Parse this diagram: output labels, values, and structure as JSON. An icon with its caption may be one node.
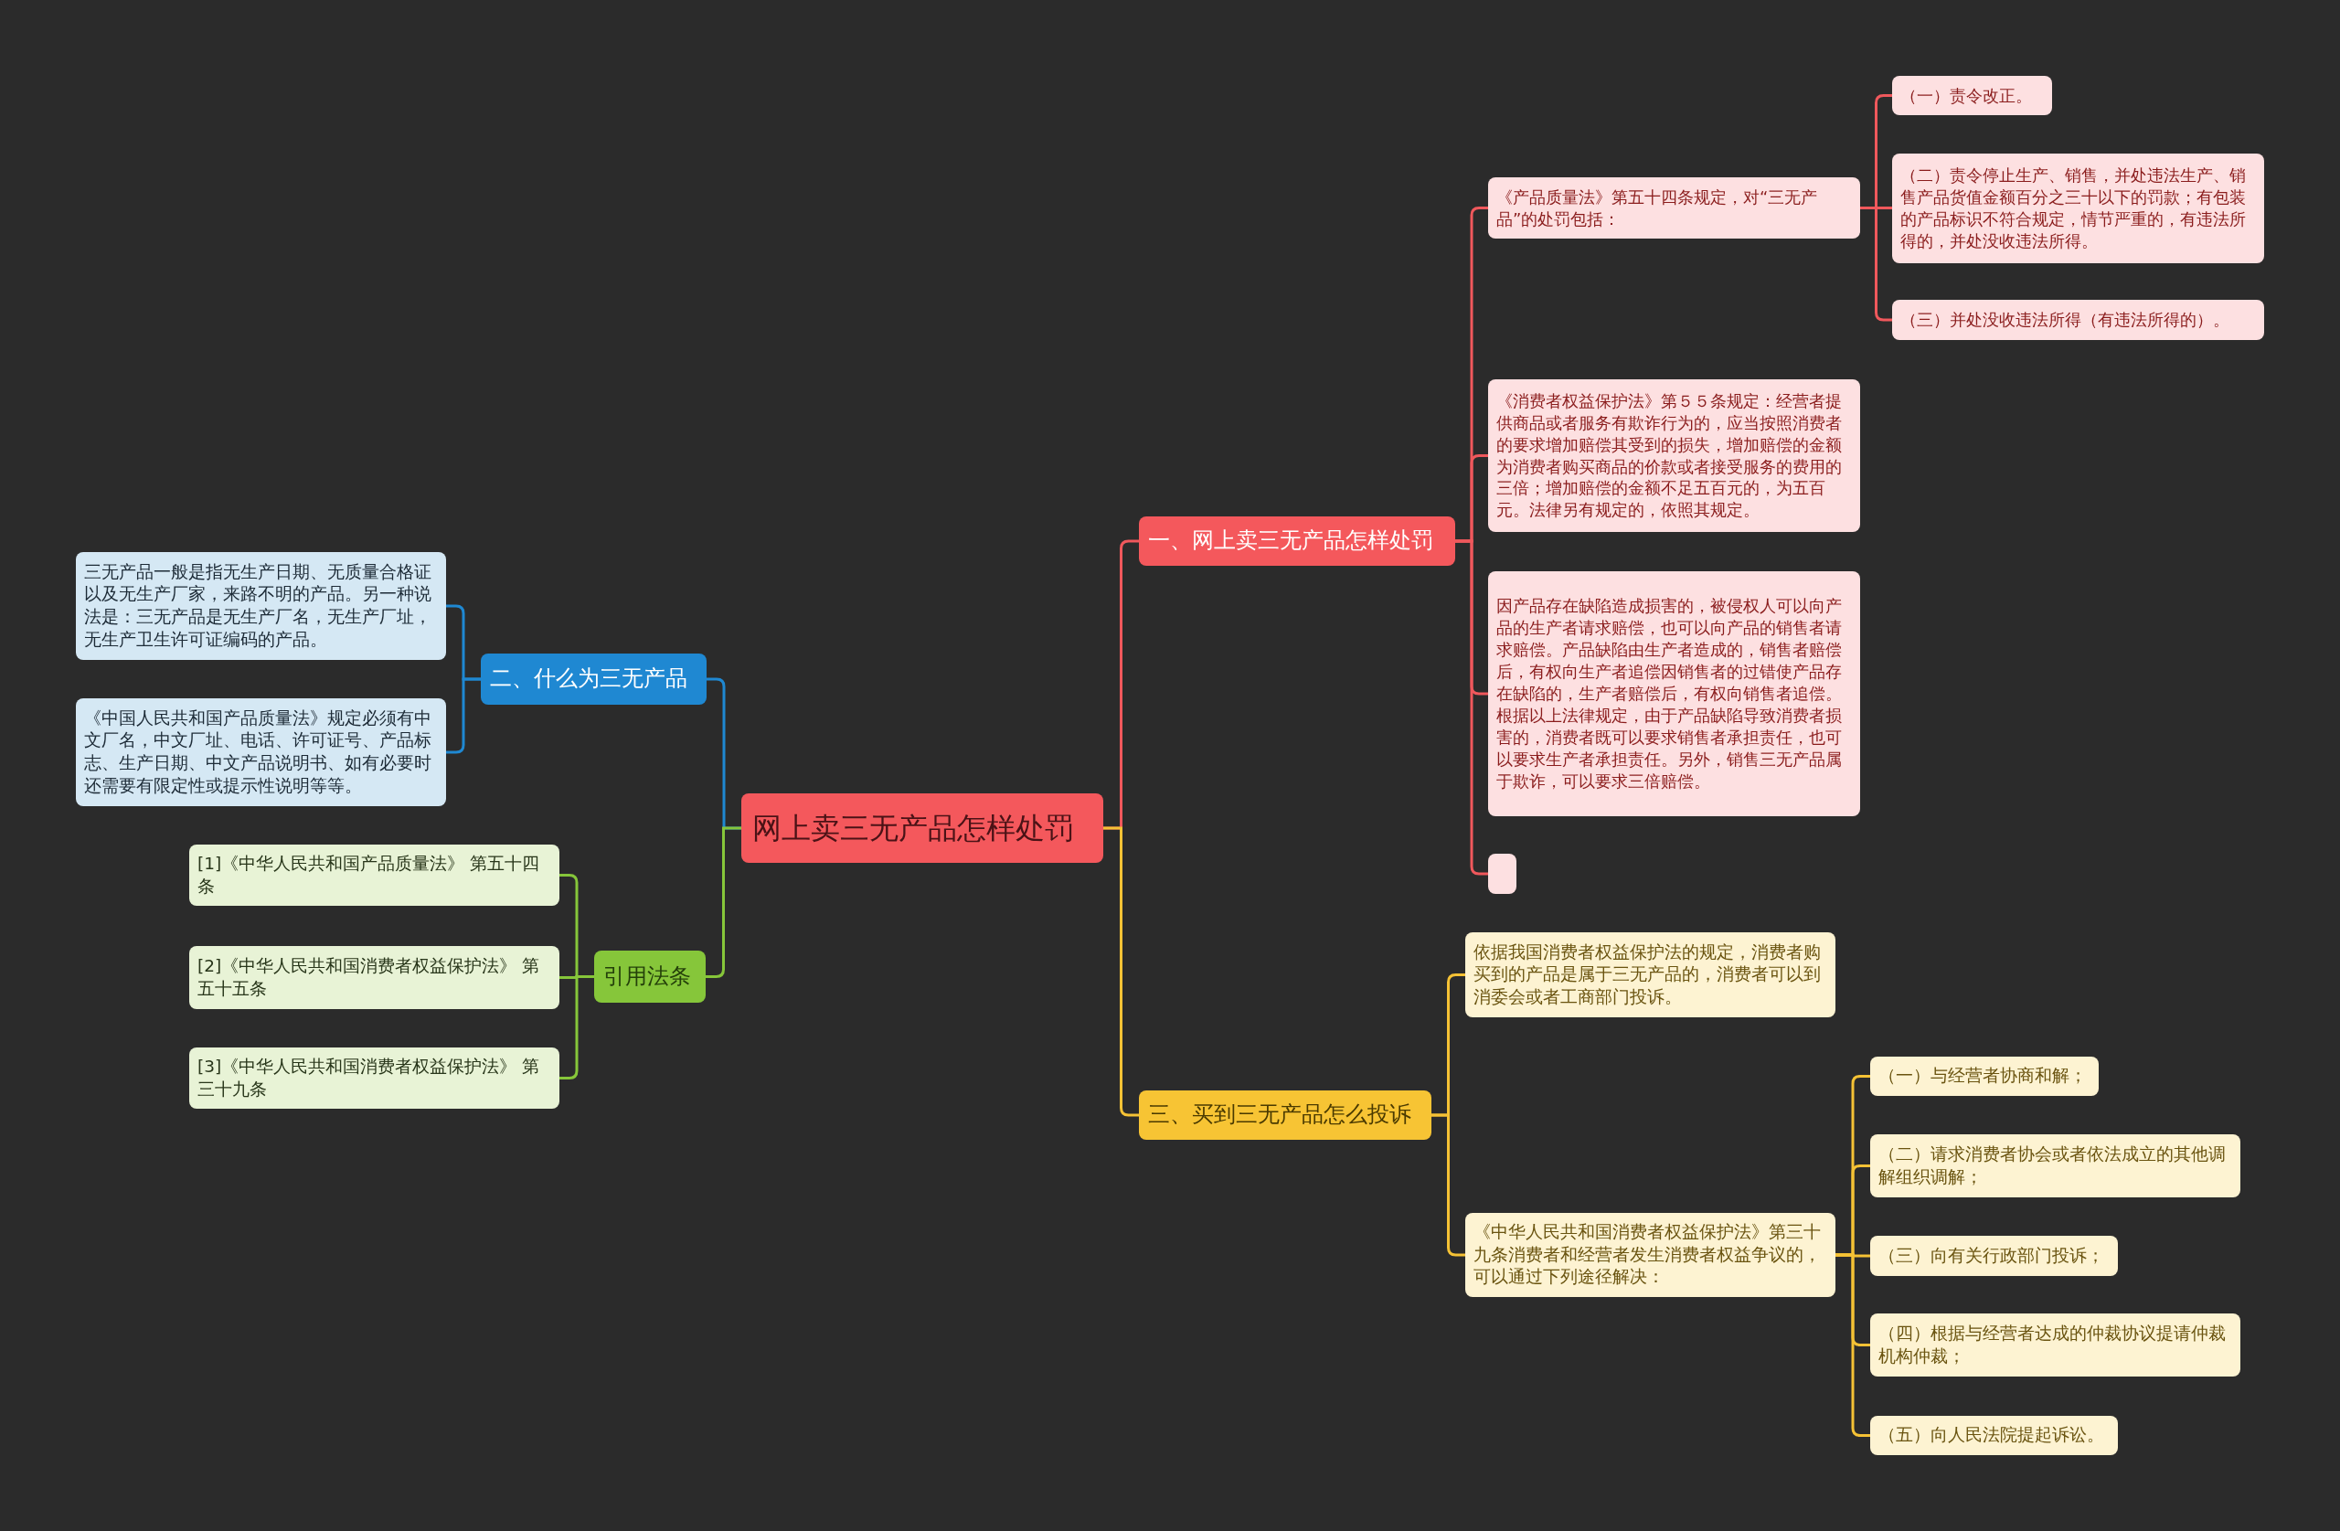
{
  "diagram": {
    "nodes": [
      {
        "text": [
          "网上卖三无产品怎样处罚"
        ]
      },
      {
        "text": [
          "一、网上卖三无产品怎样处罚"
        ]
      },
      {
        "text": [
          "《产品质量法》第五十四条规定，对“三无产品”的处罚包括："
        ]
      },
      {
        "text": [
          "（一）责令改正。"
        ]
      },
      {
        "text": [
          "（二）责令停止生产、销售，并处违法生产、销售产品货值金额百分之三十以下的罚款；有包装的产品标识不符合规定，情节严重的，有违法所得的，并处没收违法所得。"
        ]
      },
      {
        "text": [
          "（三）并处没收违法所得（有违法所得的）。"
        ]
      },
      {
        "text": [
          "《消费者权益保护法》第５５条规定：经营者提供商品或者服务有欺诈行为的，应当按照消费者的要求增加赔偿其受到的损失，增加赔偿的金额为消费者购买商品的价款或者接受服务的费用的三倍；增加赔偿的金额不足五百元的，为五百元。法律另有规定的，依照其规定。"
        ]
      },
      {
        "text": [
          "因产品存在缺陷造成损害的，被侵权人可以向产品的生产者请求赔偿，也可以向产品的销售者请求赔偿。产品缺陷由生产者造成的，销售者赔偿后，有权向生产者追偿因销售者的过错使产品存在缺陷的，生产者赔偿后，有权向销售者追偿。根据以上法律规定，由于产品缺陷导致消费者损害的，消费者既可以要求销售者承担责任，也可以要求生产者承担责任。另外，销售三无产品属于欺诈，可以要求三倍赔偿。"
        ]
      },
      {
        "text": [],
        "shape": "box"
      },
      {
        "text": [
          "三、买到三无产品怎么投诉"
        ]
      },
      {
        "text": [
          "依据我国消费者权益保护法的规定，消费者购买到的产品是属于三无产品的，消费者可以到消委会或者工商部门投诉。"
        ]
      },
      {
        "text": [
          "《中华人民共和国消费者权益保护法》第三十九条消费者和经营者发生消费者权益争议的，可以通过下列途径解决："
        ]
      },
      {
        "text": [
          "（一）与经营者协商和解；"
        ]
      },
      {
        "text": [
          "（二）请求消费者协会或者依法成立的其他调解组织调解；"
        ]
      },
      {
        "text": [
          "（三）向有关行政部门投诉；"
        ]
      },
      {
        "text": [
          "（四）根据与经营者达成的仲裁协议提请仲裁机构仲裁；"
        ]
      },
      {
        "text": [
          "（五）向人民法院提起诉讼。"
        ]
      },
      {
        "text": [
          "二、什么为三无产品"
        ]
      },
      {
        "text": [
          "三无产品一般是指无生产日期、无质量合格证以及无生产厂家，来路不明的产品。另一种说法是：三无产品是无生产厂名，无生产厂址，无生产卫生许可证编码的产品。"
        ]
      },
      {
        "text": [
          "《中国人民共和国产品质量法》规定必须有中文厂名，中文厂址、电话、许可证号、产品标志、生产日期、中文产品说明书、如有必要时还需要有限定性或提示性说明等等。"
        ]
      },
      {
        "text": [
          "引用法条"
        ]
      },
      {
        "text": [
          "[1]《中华人民共和国产品质量法》 第五十四条"
        ]
      },
      {
        "text": [
          "[2]《中华人民共和国消费者权益保护法》 第五十五条"
        ]
      },
      {
        "text": [
          "[3]《中华人民共和国消费者权益保护法》 第三十九条"
        ]
      }
    ],
    "edges": [
      {
        "from": 0,
        "to": 1,
        "arrow": "none",
        "color": "#f0585c"
      },
      {
        "from": 1,
        "to": 2,
        "arrow": "none",
        "color": "#f0585c"
      },
      {
        "from": 2,
        "to": 3,
        "arrow": "none",
        "color": "#f0585c"
      },
      {
        "from": 2,
        "to": 4,
        "arrow": "none",
        "color": "#f0585c"
      },
      {
        "from": 2,
        "to": 5,
        "arrow": "none",
        "color": "#f0585c"
      },
      {
        "from": 1,
        "to": 6,
        "arrow": "none",
        "color": "#f0585c"
      },
      {
        "from": 1,
        "to": 7,
        "arrow": "none",
        "color": "#f0585c"
      },
      {
        "from": 1,
        "to": 8,
        "arrow": "none",
        "color": "#f0585c"
      },
      {
        "from": 0,
        "to": 9,
        "arrow": "none",
        "color": "#f5c235"
      },
      {
        "from": 9,
        "to": 10,
        "arrow": "none",
        "color": "#f5c235"
      },
      {
        "from": 9,
        "to": 11,
        "arrow": "none",
        "color": "#f5c235"
      },
      {
        "from": 11,
        "to": 12,
        "arrow": "none",
        "color": "#f5c235"
      },
      {
        "from": 11,
        "to": 13,
        "arrow": "none",
        "color": "#f5c235"
      },
      {
        "from": 11,
        "to": 14,
        "arrow": "none",
        "color": "#f5c235"
      },
      {
        "from": 11,
        "to": 15,
        "arrow": "none",
        "color": "#f5c235"
      },
      {
        "from": 11,
        "to": 16,
        "arrow": "none",
        "color": "#f5c235"
      },
      {
        "from": 0,
        "to": 17,
        "arrow": "none",
        "color": "#1f88d2"
      },
      {
        "from": 17,
        "to": 18,
        "arrow": "none",
        "color": "#1f88d2"
      },
      {
        "from": 17,
        "to": 19,
        "arrow": "none",
        "color": "#1f88d2"
      },
      {
        "from": 0,
        "to": 20,
        "arrow": "none",
        "color": "#86c63a"
      },
      {
        "from": 20,
        "to": 21,
        "arrow": "none",
        "color": "#86c63a"
      },
      {
        "from": 20,
        "to": 22,
        "arrow": "none",
        "color": "#86c63a"
      },
      {
        "from": 20,
        "to": 23,
        "arrow": "none",
        "color": "#86c63a"
      }
    ]
  }
}
